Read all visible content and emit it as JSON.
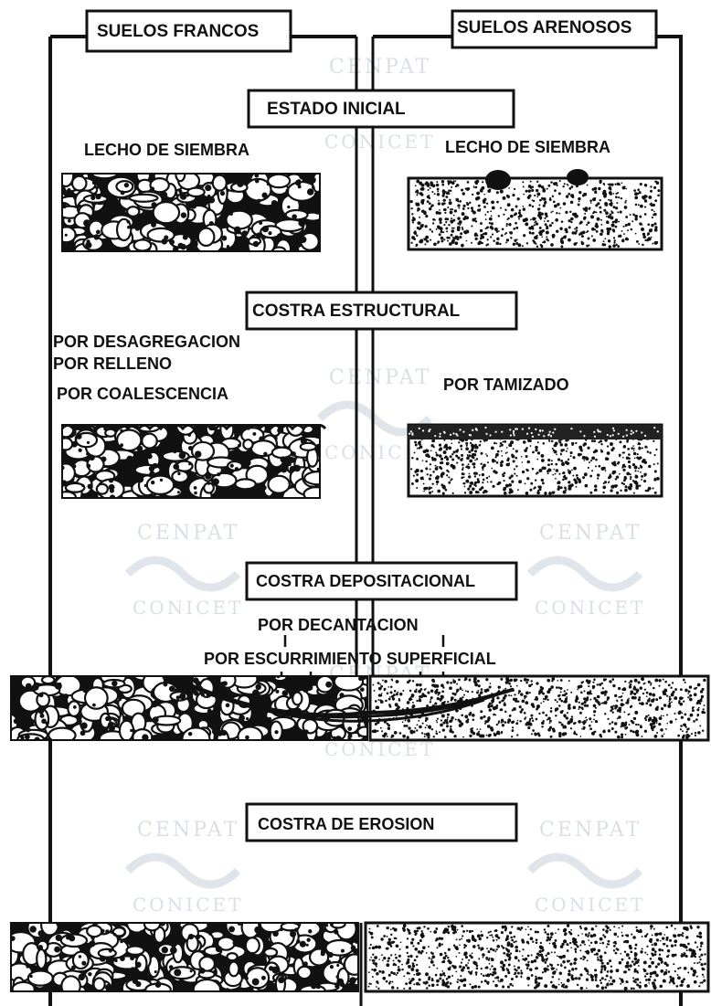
{
  "columns": {
    "left_title": "SUELOS FRANCOS",
    "right_title": "SUELOS ARENOSOS"
  },
  "stages": [
    {
      "title": "ESTADO INICIAL",
      "left_labels": [
        "LECHO DE SIEMBRA"
      ],
      "right_labels": [
        "LECHO DE SIEMBRA"
      ]
    },
    {
      "title": "COSTRA ESTRUCTURAL",
      "left_labels": [
        "POR DESAGREGACION",
        "POR RELLENO",
        "POR COALESCENCIA"
      ],
      "right_labels": [
        "POR TAMIZADO"
      ]
    },
    {
      "title": "COSTRA DEPOSITACIONAL",
      "center_labels": [
        "POR DECANTACION",
        "POR ESCURRIMIENTO SUPERFICIAL"
      ]
    },
    {
      "title": "COSTRA DE EROSION"
    }
  ],
  "watermarks": [
    "CENPAT",
    "CONICET"
  ]
}
